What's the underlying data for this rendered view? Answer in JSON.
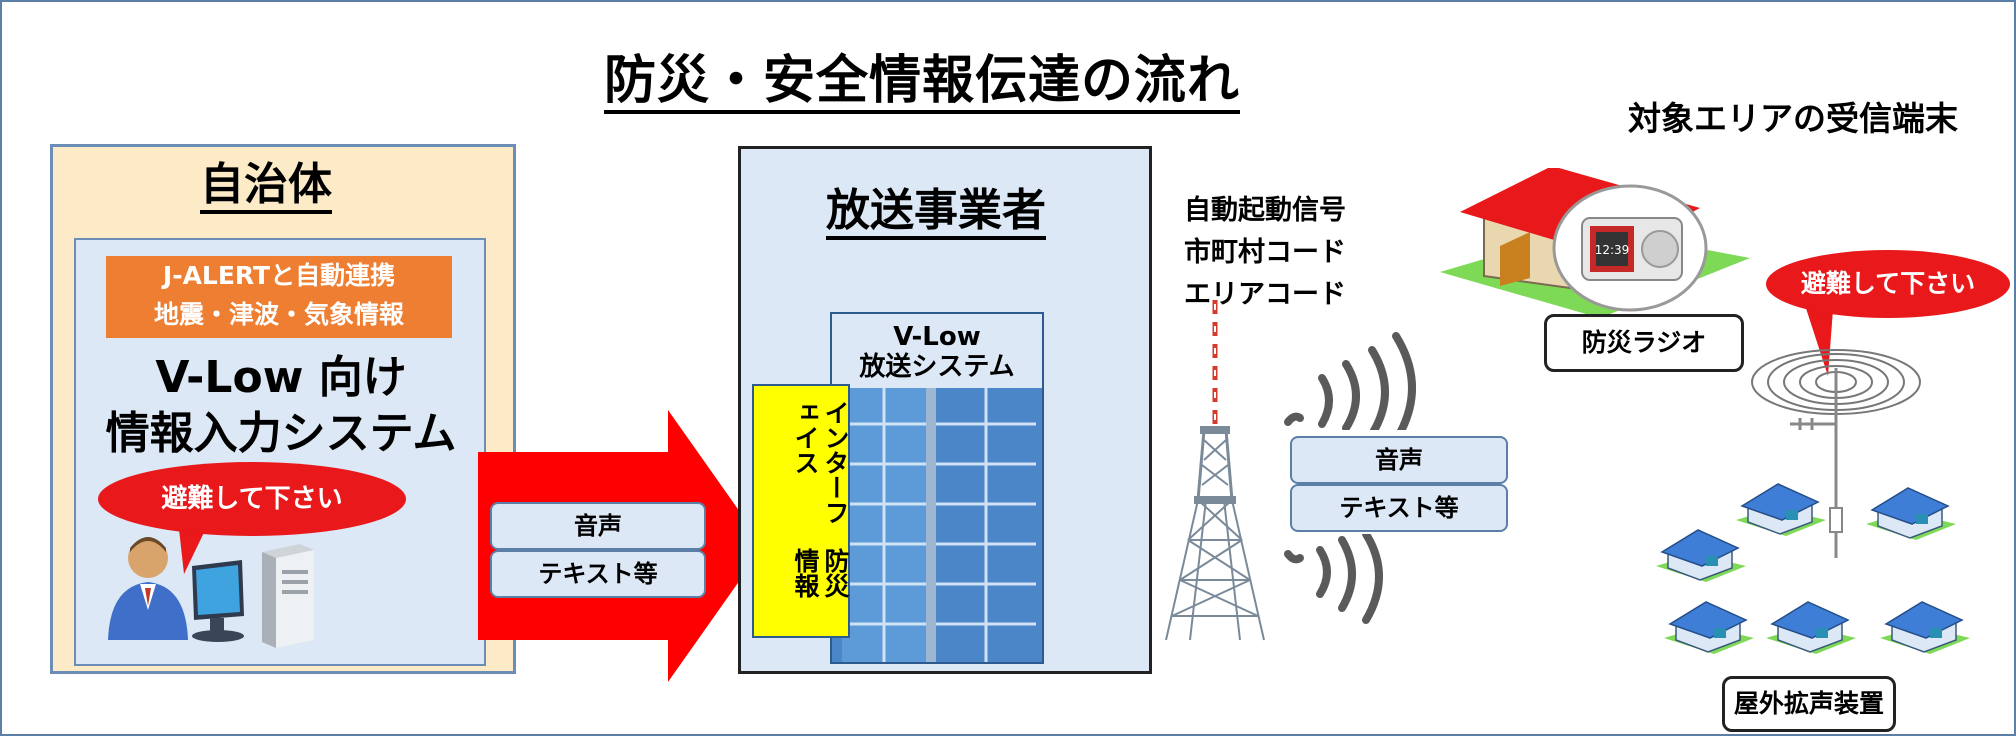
{
  "title": "防災・安全情報伝達の流れ",
  "target_area_title": "対象エリアの受信端末",
  "municipality": {
    "title": "自治体",
    "jalert_line1": "J-ALERTと自動連携",
    "jalert_line2": "地震・津波・気象情報",
    "system_line1": "V-Low 向け",
    "system_line2": "情報入力システム",
    "bubble": "避難して下さい"
  },
  "arrow_tags": {
    "audio": "音声",
    "text": "テキスト等"
  },
  "broadcaster": {
    "title": "放送事業者",
    "system_line1": "V-Low",
    "system_line2": "放送システム",
    "interface_col1": "インターフェイス",
    "interface_col2": "防災情報"
  },
  "signal": {
    "line1": "自動起動信号",
    "line2": "市町村コード",
    "line3": "エリアコード"
  },
  "tower_tags": {
    "audio": "音声",
    "text": "テキスト等"
  },
  "receivers": {
    "bubble": "避難して下さい",
    "radio_label": "防災ラジオ",
    "outdoor_label": "屋外拡声装置",
    "radio_clock": "12:39"
  },
  "colors": {
    "frame": "#5b7fa6",
    "municipality_bg": "#fdebc8",
    "jalert": "#ee7e32",
    "arrow": "#ff0000",
    "bubble": "#e8181b",
    "interface": "#ffff00",
    "building": "#4a86c8"
  }
}
